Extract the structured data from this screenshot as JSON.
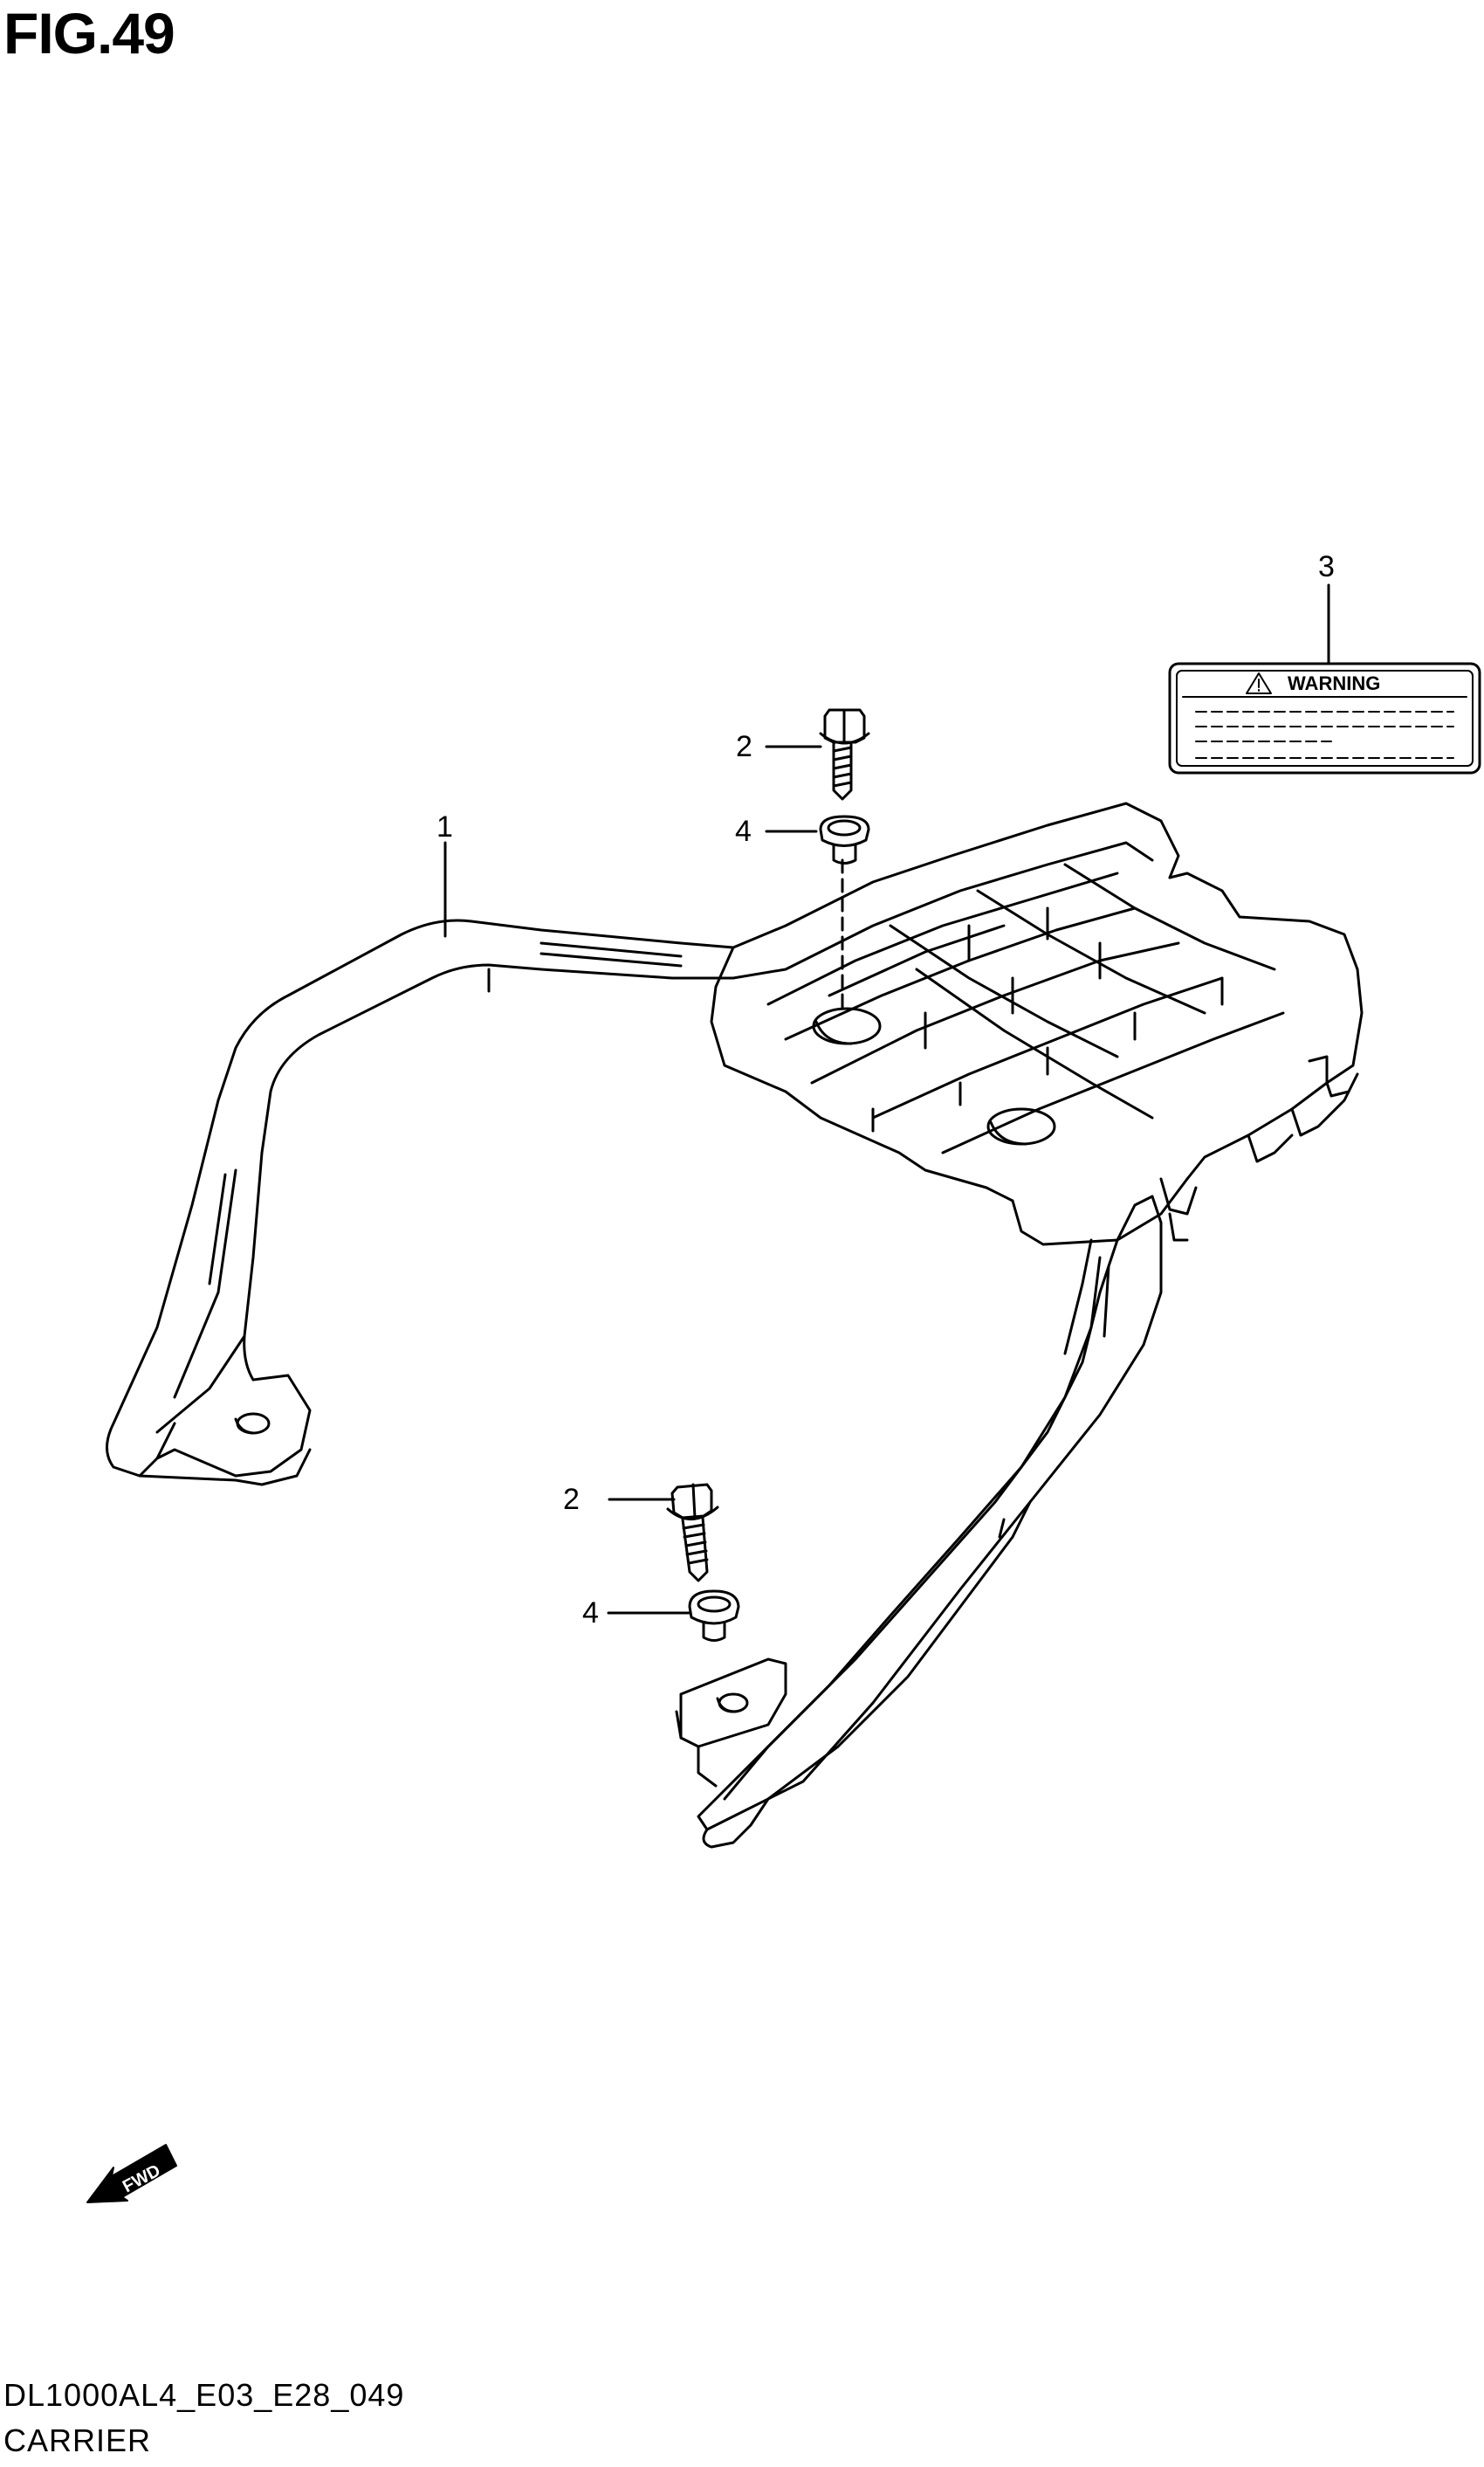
{
  "figure": {
    "title": "FIG.49"
  },
  "callouts": [
    {
      "label": "1"
    },
    {
      "label": "2"
    },
    {
      "label": "2"
    },
    {
      "label": "3"
    },
    {
      "label": "4"
    },
    {
      "label": "4"
    }
  ],
  "warning_label": {
    "text": "WARNING",
    "icon": "warning-triangle-icon"
  },
  "direction_arrow": {
    "text": "FWD",
    "icon": "forward-arrow-icon"
  },
  "footer": {
    "code": "DL1000AL4_E03_E28_049",
    "name": "CARRIER"
  }
}
